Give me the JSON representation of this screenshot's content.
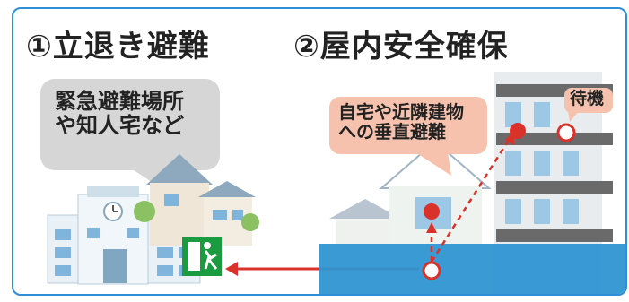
{
  "heading_left": "①立退き避難",
  "heading_right": "②屋内安全確保",
  "bubble_left_line1": "緊急避難場所",
  "bubble_left_line2": "や知人宅など",
  "bubble_right_line1": "自宅や近隣建物",
  "bubble_right_line2": "への垂直避難",
  "wait_label": "待機",
  "colors": {
    "accent_red": "#d9322a",
    "bubble_pink": "#f6c2ad",
    "bubble_gray": "#d6d6d6",
    "water_blue": "#2f95d2",
    "exit_green": "#1a9b3f",
    "frame_blue": "#2f8fd6"
  },
  "icons": [
    "exit-sign-icon",
    "clock-icon"
  ]
}
